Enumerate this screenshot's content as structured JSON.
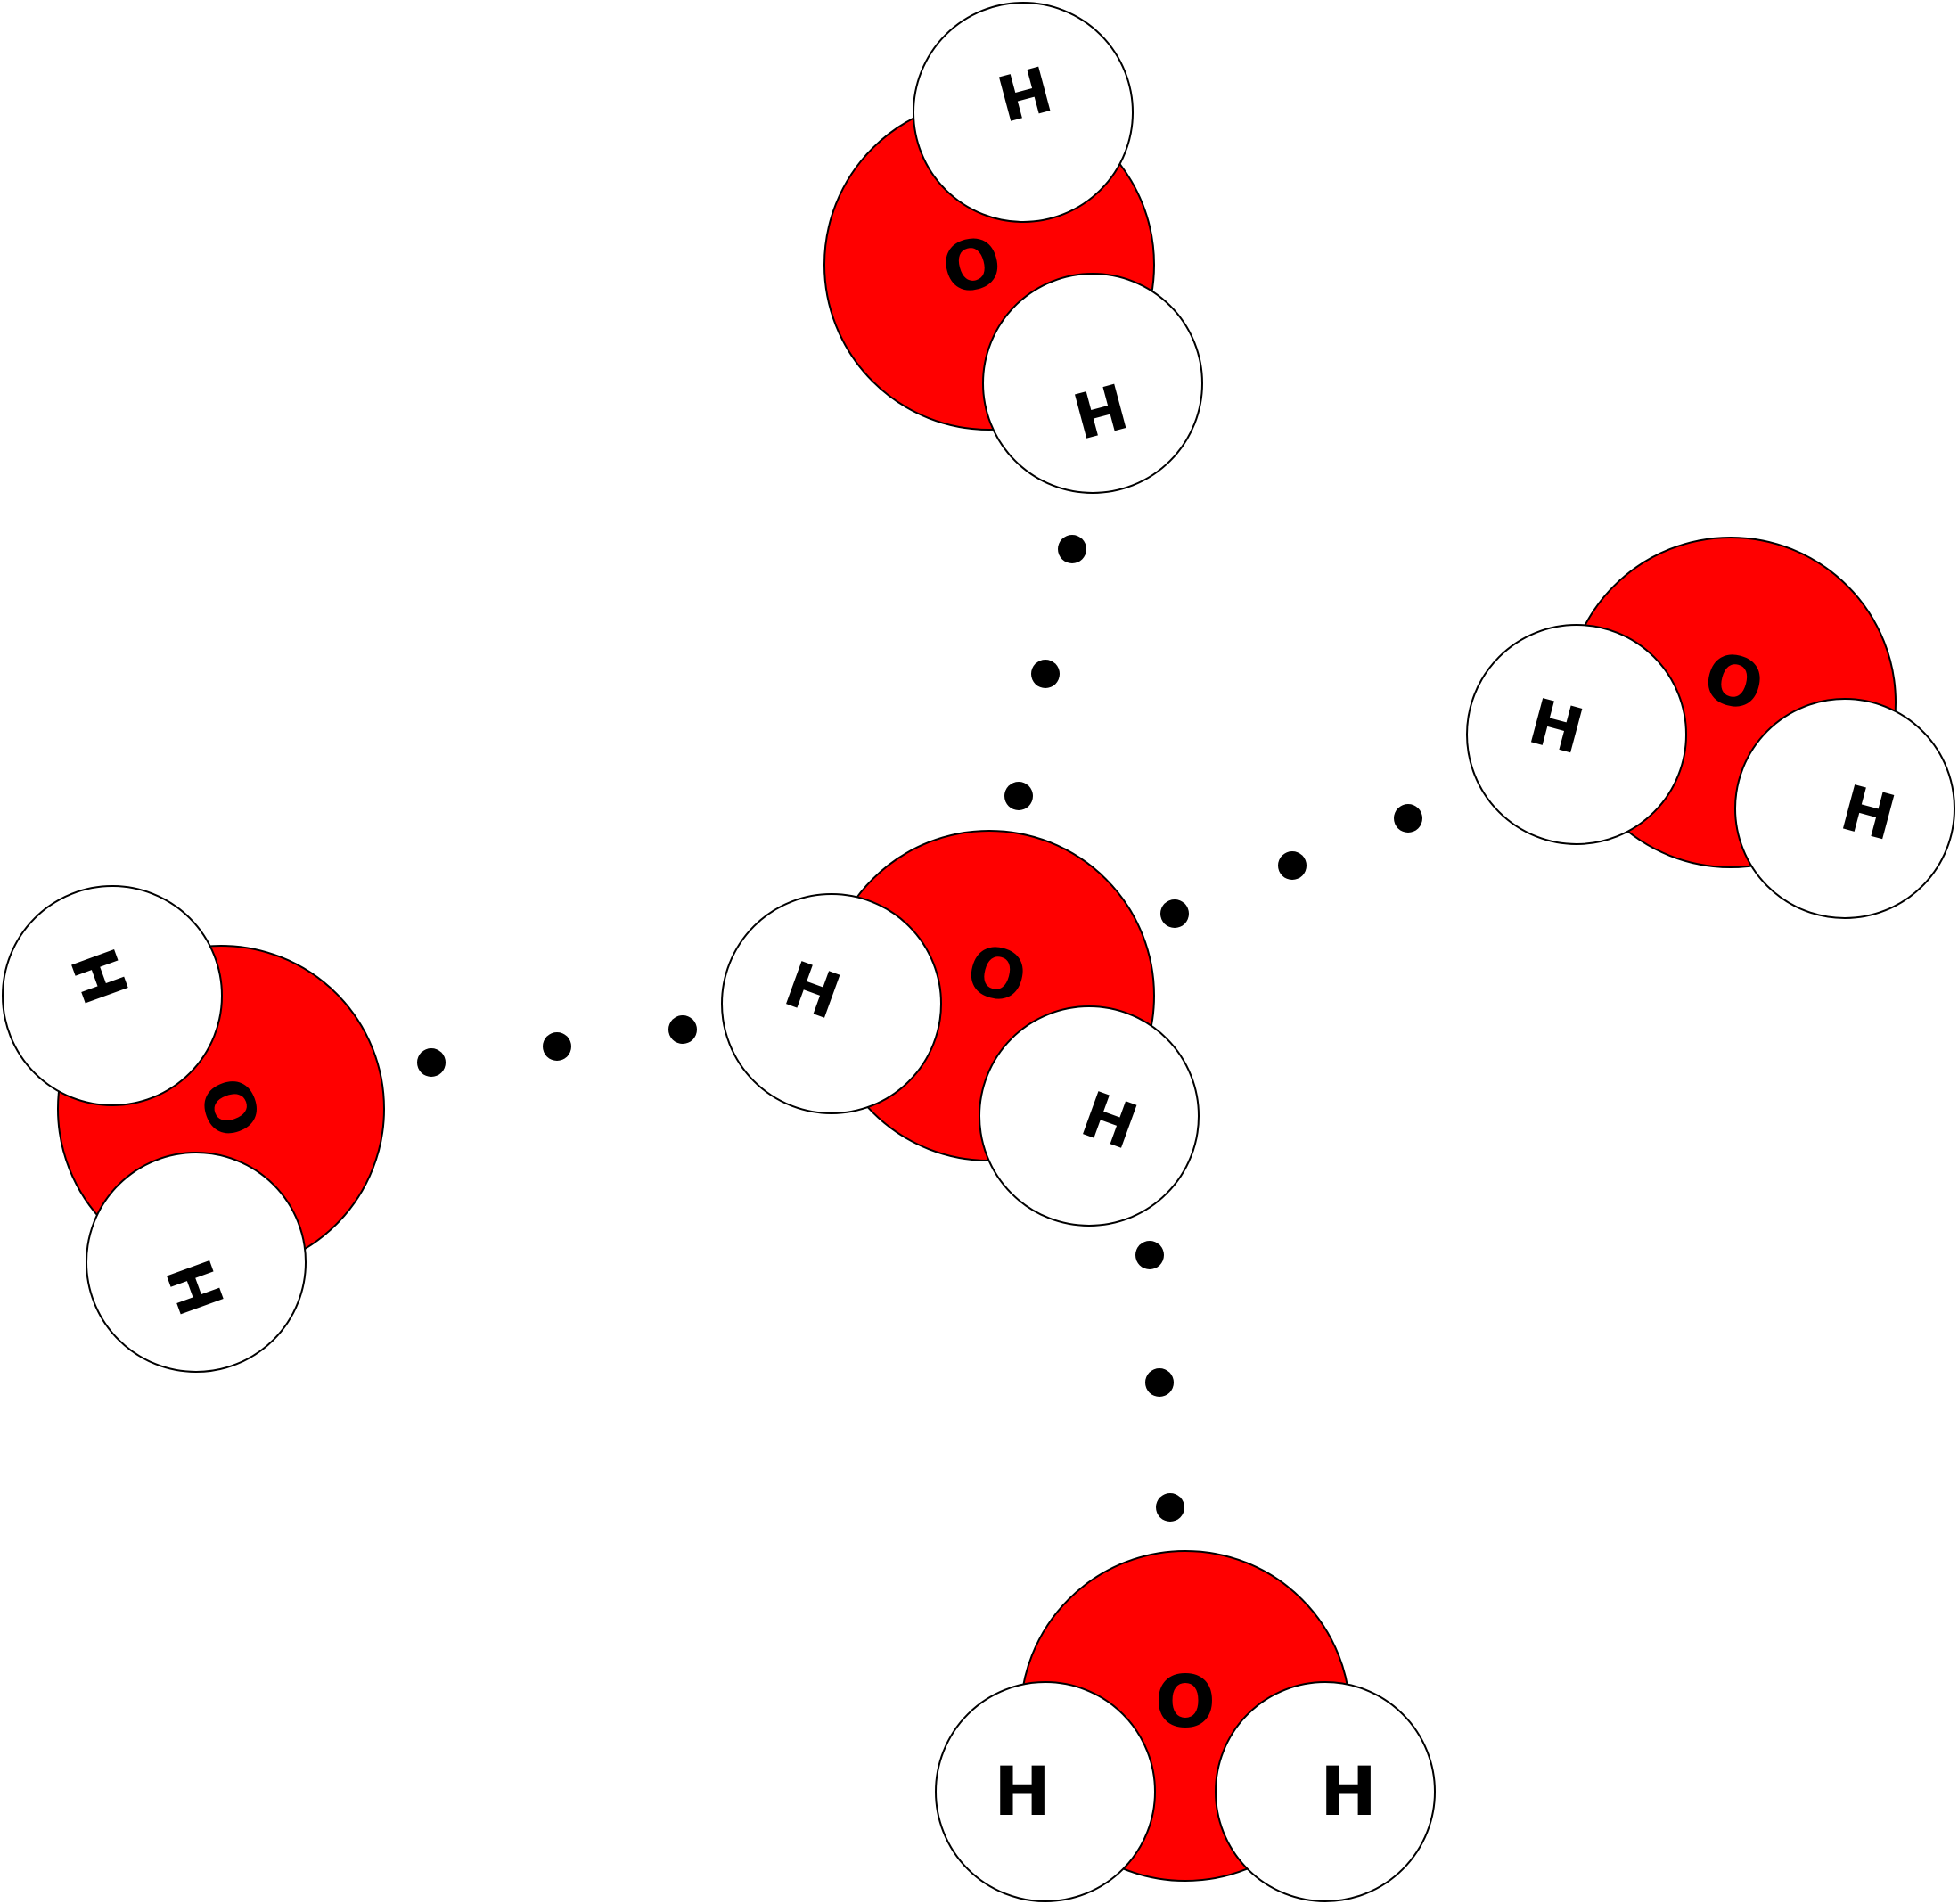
{
  "colors": {
    "oxygen": "#ff0000",
    "hydrogen": "#ffffff",
    "outline": "#000000",
    "hydrogen_bond_dot": "#000000"
  },
  "labels": {
    "oxygen": "O",
    "hydrogen": "H"
  },
  "molecules": [
    {
      "id": "top",
      "role": "neighbor"
    },
    {
      "id": "center",
      "role": "central"
    },
    {
      "id": "right",
      "role": "neighbor"
    },
    {
      "id": "left",
      "role": "neighbor"
    },
    {
      "id": "bottom",
      "role": "neighbor"
    }
  ],
  "hydrogen_bonds": [
    {
      "from": "center",
      "to": "top",
      "dots": 3
    },
    {
      "from": "center",
      "to": "right",
      "dots": 3
    },
    {
      "from": "center",
      "to": "left",
      "dots": 3
    },
    {
      "from": "center",
      "to": "bottom",
      "dots": 3
    }
  ]
}
